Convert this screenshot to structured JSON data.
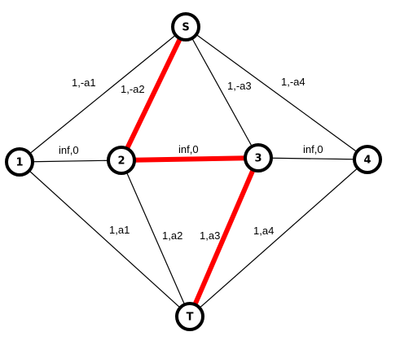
{
  "graph": {
    "nodes": [
      {
        "id": "S",
        "label": "S"
      },
      {
        "id": "1",
        "label": "1"
      },
      {
        "id": "2",
        "label": "2"
      },
      {
        "id": "3",
        "label": "3"
      },
      {
        "id": "4",
        "label": "4"
      },
      {
        "id": "T",
        "label": "T"
      }
    ],
    "edges": [
      {
        "id": "s-1",
        "from": "S",
        "to": "1",
        "label": "1,-a1",
        "highlighted": false
      },
      {
        "id": "s-2",
        "from": "S",
        "to": "2",
        "label": "1,-a2",
        "highlighted": true
      },
      {
        "id": "s-3",
        "from": "S",
        "to": "3",
        "label": "1,-a3",
        "highlighted": false
      },
      {
        "id": "s-4",
        "from": "S",
        "to": "4",
        "label": "1,-a4",
        "highlighted": false
      },
      {
        "id": "1-2",
        "from": "1",
        "to": "2",
        "label": "inf,0",
        "highlighted": false
      },
      {
        "id": "2-3",
        "from": "2",
        "to": "3",
        "label": "inf,0",
        "highlighted": true
      },
      {
        "id": "3-4",
        "from": "3",
        "to": "4",
        "label": "inf,0",
        "highlighted": false
      },
      {
        "id": "1-t",
        "from": "1",
        "to": "T",
        "label": "1,a1",
        "highlighted": false
      },
      {
        "id": "2-t",
        "from": "2",
        "to": "T",
        "label": "1,a2",
        "highlighted": false
      },
      {
        "id": "3-t",
        "from": "3",
        "to": "T",
        "label": "1,a3",
        "highlighted": true
      },
      {
        "id": "4-t",
        "from": "4",
        "to": "T",
        "label": "1,a4",
        "highlighted": false
      }
    ],
    "colors": {
      "edge": "#000000",
      "highlight": "#ff0000",
      "node_fill": "#ffffff",
      "node_stroke": "#000000"
    }
  }
}
